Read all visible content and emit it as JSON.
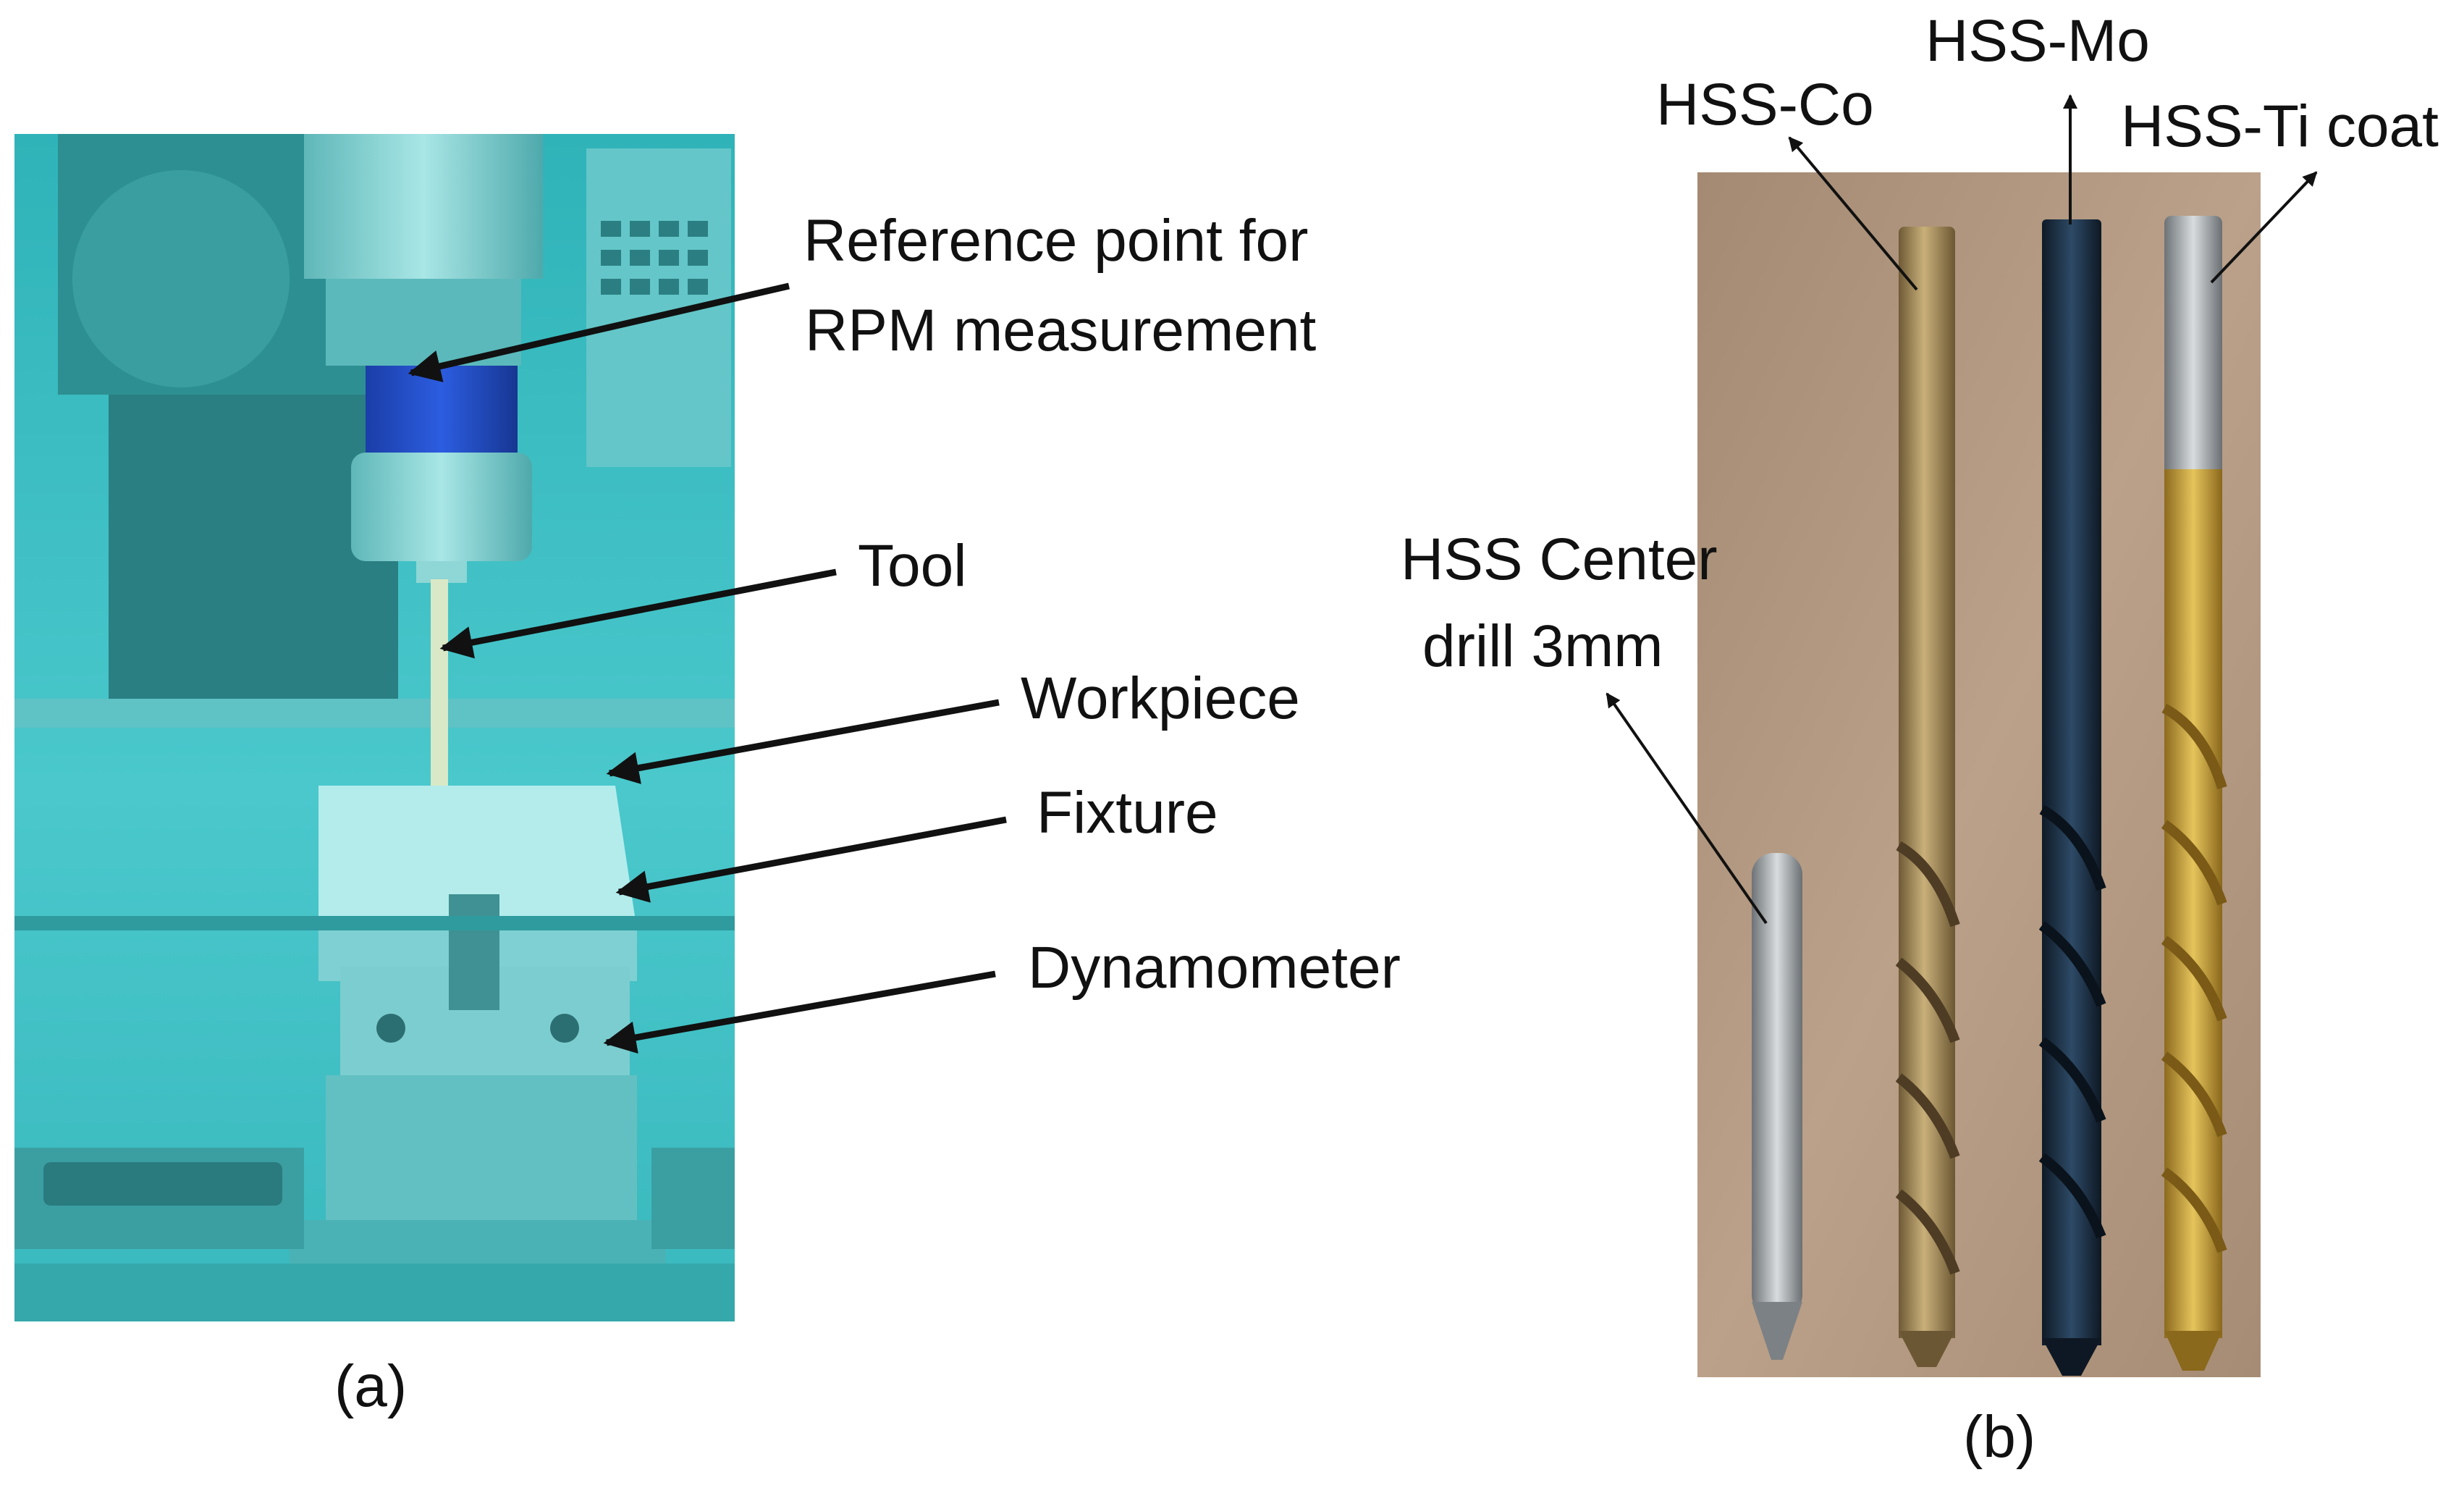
{
  "panel_a": {
    "caption": "(a)",
    "labels": {
      "reference_line1": "Reference point for",
      "reference_line2": "RPM measurement",
      "tool": "Tool",
      "workpiece": "Workpiece",
      "fixture": "Fixture",
      "dynamometer": "Dynamometer"
    },
    "photo_tint": "#3fc0c4"
  },
  "panel_b": {
    "caption": "(b)",
    "labels": {
      "hss_co": "HSS-Co",
      "hss_mo": "HSS-Mo",
      "hss_ti": "HSS-Ti coat",
      "center_line1": "HSS Center",
      "center_line2": "drill 3mm"
    },
    "background_color": "#b49a80"
  }
}
